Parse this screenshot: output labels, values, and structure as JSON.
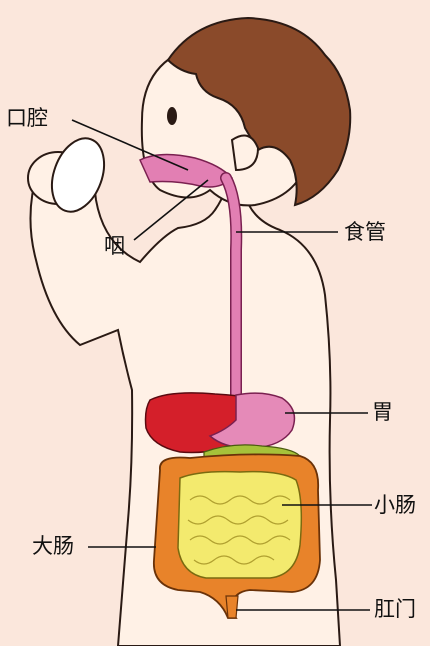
{
  "labels": {
    "mouth": "口腔",
    "pharynx": "咽",
    "esophagus": "食管",
    "stomach": "胃",
    "small_intestine": "小肠",
    "large_intestine": "大肠",
    "anus": "肛门"
  },
  "colors": {
    "background": "#fbe7dc",
    "skin": "#fff1e6",
    "outline": "#2a1a14",
    "hair": "#8a4a2a",
    "esophagus": "#e27fb3",
    "liver": "#d41f2a",
    "stomach": "#e58ab8",
    "small_intestine": "#f3ea6e",
    "large_intestine": "#e8832a",
    "pancreas": "#a6c23a",
    "leader_lines": "#111111"
  }
}
